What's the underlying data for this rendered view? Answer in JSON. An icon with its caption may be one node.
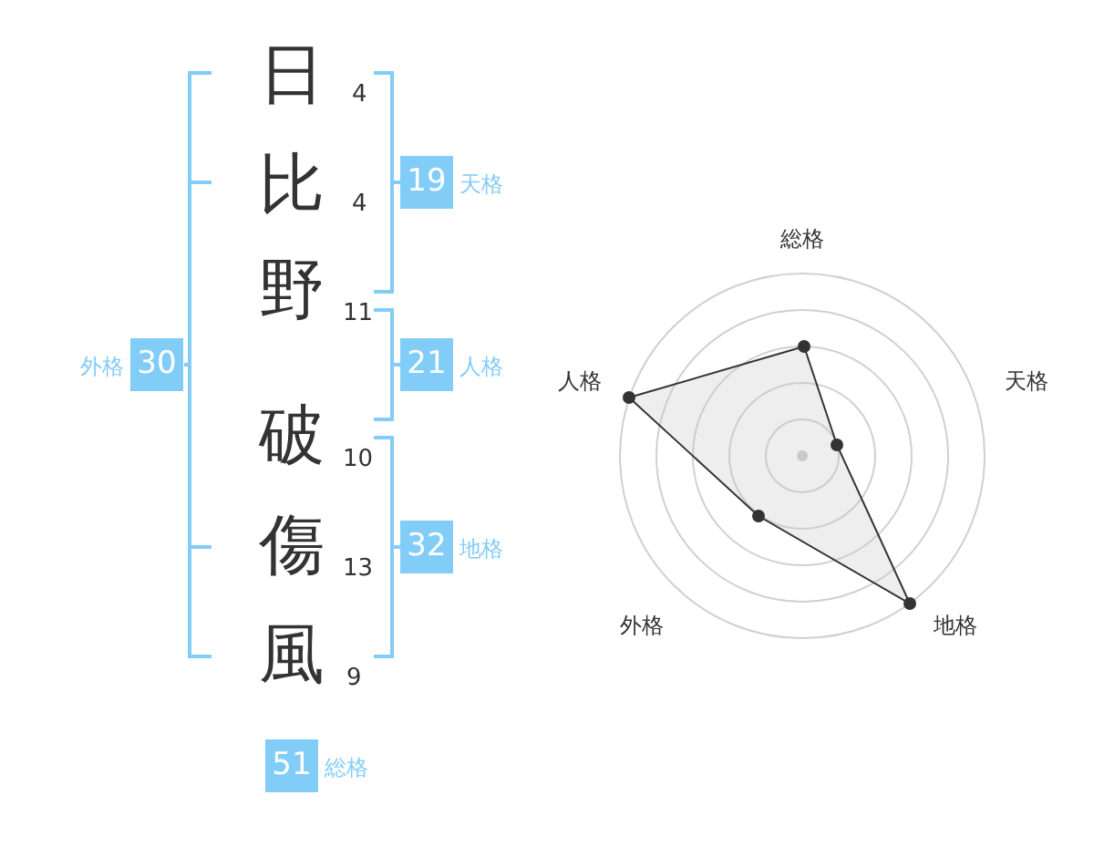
{
  "diagram": {
    "labels": [
      "日",
      "4",
      "比",
      "4",
      "19",
      "天格",
      "野",
      "11",
      "外格",
      "30",
      "21",
      "人格",
      "破",
      "10",
      "傷",
      "13",
      "32",
      "地格",
      "風",
      "9",
      "51",
      "総格",
      "総格",
      "人格",
      "天格",
      "外格",
      "地格"
    ]
  }
}
